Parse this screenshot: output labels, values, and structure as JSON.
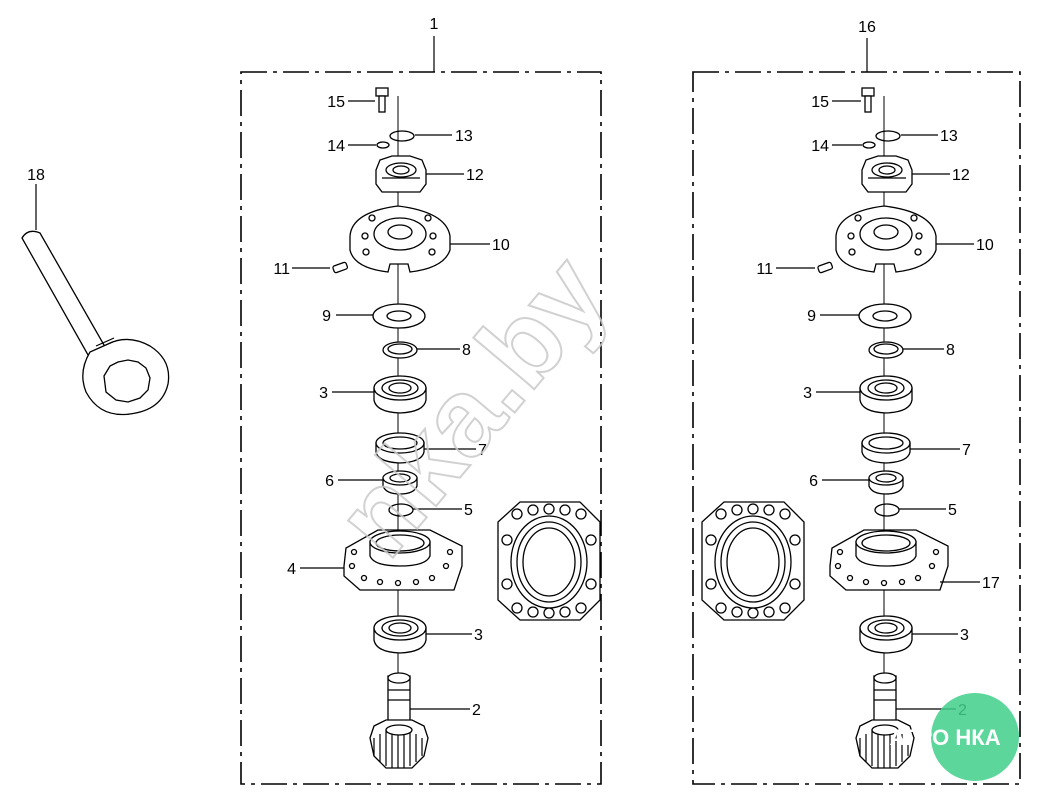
{
  "watermark": {
    "text": "nka.by",
    "logo_text": "АГРО НКА",
    "color": "#c9c9c9",
    "logo_color": "#3fcf8a"
  },
  "assemblies": [
    {
      "number": "1",
      "parts": [
        {
          "label": "15",
          "name": "bolt"
        },
        {
          "label": "14",
          "name": "washer"
        },
        {
          "label": "13",
          "name": "circlip"
        },
        {
          "label": "12",
          "name": "castle-nut"
        },
        {
          "label": "10",
          "name": "flange-hub"
        },
        {
          "label": "11",
          "name": "key"
        },
        {
          "label": "9",
          "name": "shim-disc"
        },
        {
          "label": "8",
          "name": "snap-ring"
        },
        {
          "label": "3",
          "name": "bearing-upper"
        },
        {
          "label": "7",
          "name": "seal-ring"
        },
        {
          "label": "6",
          "name": "spacer-ring"
        },
        {
          "label": "5",
          "name": "o-ring"
        },
        {
          "label": "4",
          "name": "bearing-housing"
        },
        {
          "label": "3",
          "name": "bearing-lower"
        },
        {
          "label": "2",
          "name": "gear-shaft"
        }
      ]
    },
    {
      "number": "16",
      "parts": [
        {
          "label": "15",
          "name": "bolt"
        },
        {
          "label": "14",
          "name": "washer"
        },
        {
          "label": "13",
          "name": "circlip"
        },
        {
          "label": "12",
          "name": "castle-nut"
        },
        {
          "label": "10",
          "name": "flange-hub"
        },
        {
          "label": "11",
          "name": "key"
        },
        {
          "label": "9",
          "name": "shim-disc"
        },
        {
          "label": "8",
          "name": "snap-ring"
        },
        {
          "label": "3",
          "name": "bearing-upper"
        },
        {
          "label": "7",
          "name": "seal-ring"
        },
        {
          "label": "6",
          "name": "spacer-ring"
        },
        {
          "label": "5",
          "name": "o-ring"
        },
        {
          "label": "17",
          "name": "bearing-housing"
        },
        {
          "label": "3",
          "name": "bearing-lower"
        },
        {
          "label": "2",
          "name": "gear-shaft"
        }
      ]
    }
  ],
  "wrench": {
    "label": "18"
  }
}
